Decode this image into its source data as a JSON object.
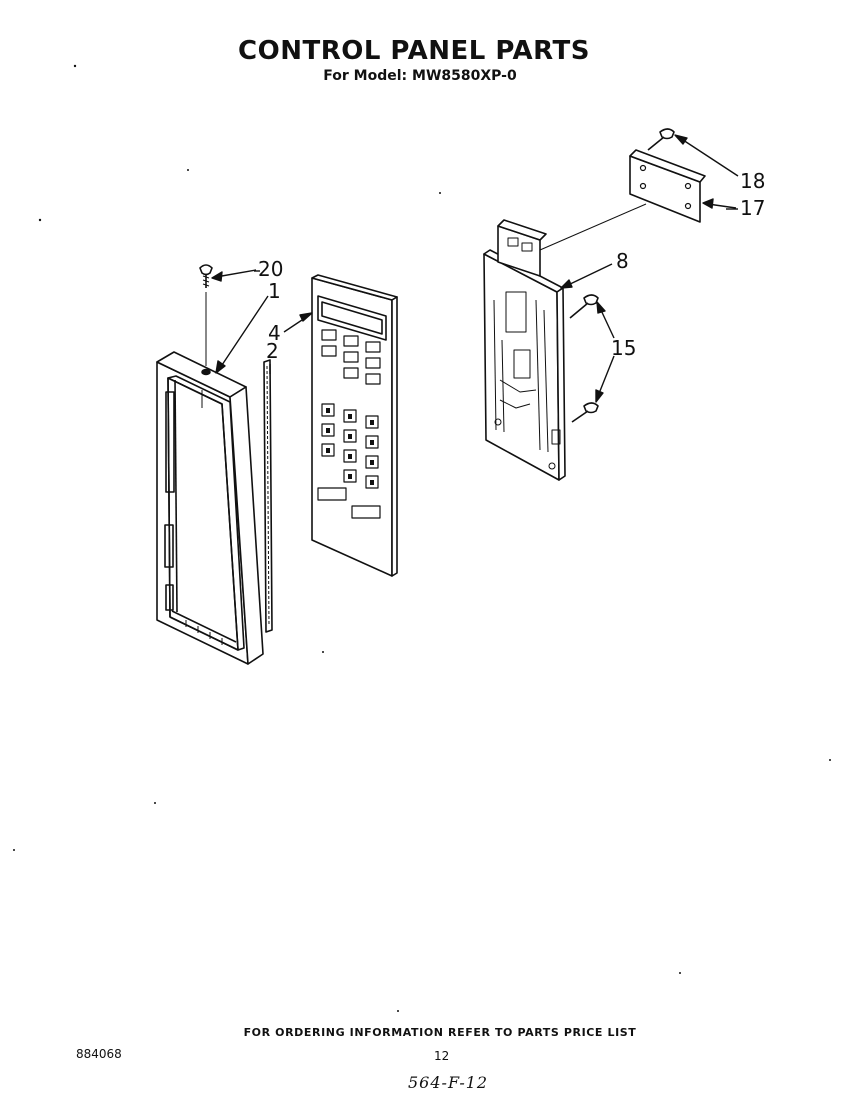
{
  "header": {
    "title": "CONTROL PANEL PARTS",
    "model_line": "For Model: MW8580XP-0"
  },
  "callouts": {
    "c20": "20",
    "c1": "1",
    "c2": "2",
    "c4": "4",
    "c8": "8",
    "c15": "15",
    "c17": "17",
    "c18": "18"
  },
  "footer": {
    "ordering_note": "FOR ORDERING INFORMATION REFER TO PARTS PRICE LIST",
    "document_number": "884068",
    "page_number": "12",
    "handwritten_ref": "564-F-12"
  }
}
